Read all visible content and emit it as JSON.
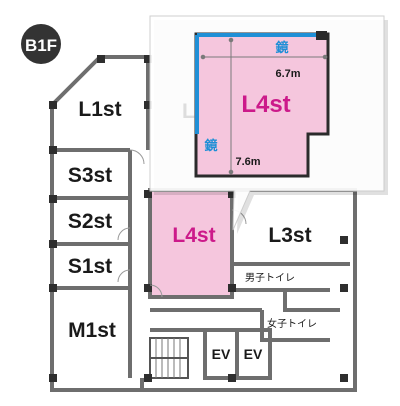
{
  "floor": {
    "label": "B1F"
  },
  "rooms": {
    "l1st": "L1st",
    "l2_partial": "L2",
    "s3st": "S3st",
    "s2st": "S2st",
    "s1st": "S1st",
    "m1st": "M1st",
    "l4st": "L4st",
    "l3st": "L3st",
    "mens_toilet": "男子トイレ",
    "womens_toilet": "女子トイレ",
    "ev1": "EV",
    "ev2": "EV"
  },
  "callout": {
    "room": "L4st",
    "mirror_top": "鏡",
    "mirror_left": "鏡",
    "width": "6.7m",
    "height": "7.6m",
    "mirror_color": "#1f8fd6"
  },
  "colors": {
    "wall": "#6e6e6e",
    "wall_dark": "#2e2e2e",
    "highlight": "#f5c6dd",
    "accent": "#cc1a8a"
  }
}
